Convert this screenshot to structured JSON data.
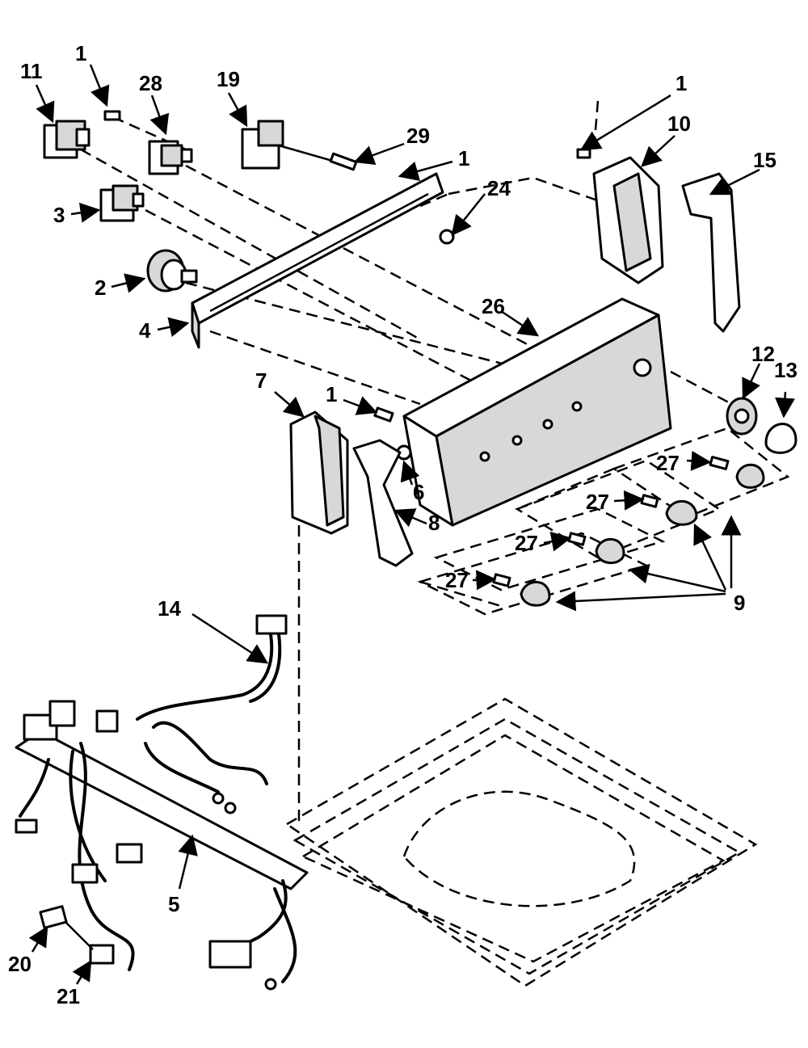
{
  "labels": [
    {
      "id": "11",
      "text": "11"
    },
    {
      "id": "1a",
      "text": "1"
    },
    {
      "id": "28",
      "text": "28"
    },
    {
      "id": "19",
      "text": "19"
    },
    {
      "id": "1b",
      "text": "1"
    },
    {
      "id": "10",
      "text": "10"
    },
    {
      "id": "29",
      "text": "29"
    },
    {
      "id": "1c",
      "text": "1"
    },
    {
      "id": "15",
      "text": "15"
    },
    {
      "id": "3",
      "text": "3"
    },
    {
      "id": "24",
      "text": "24"
    },
    {
      "id": "2",
      "text": "2"
    },
    {
      "id": "26",
      "text": "26"
    },
    {
      "id": "4",
      "text": "4"
    },
    {
      "id": "12",
      "text": "12"
    },
    {
      "id": "13",
      "text": "13"
    },
    {
      "id": "7",
      "text": "7"
    },
    {
      "id": "1d",
      "text": "1"
    },
    {
      "id": "27a",
      "text": "27"
    },
    {
      "id": "6",
      "text": "6"
    },
    {
      "id": "27b",
      "text": "27"
    },
    {
      "id": "8",
      "text": "8"
    },
    {
      "id": "27c",
      "text": "27"
    },
    {
      "id": "27d",
      "text": "27"
    },
    {
      "id": "9",
      "text": "9"
    },
    {
      "id": "14",
      "text": "14"
    },
    {
      "id": "5",
      "text": "5"
    },
    {
      "id": "20",
      "text": "20"
    },
    {
      "id": "21",
      "text": "21"
    }
  ]
}
